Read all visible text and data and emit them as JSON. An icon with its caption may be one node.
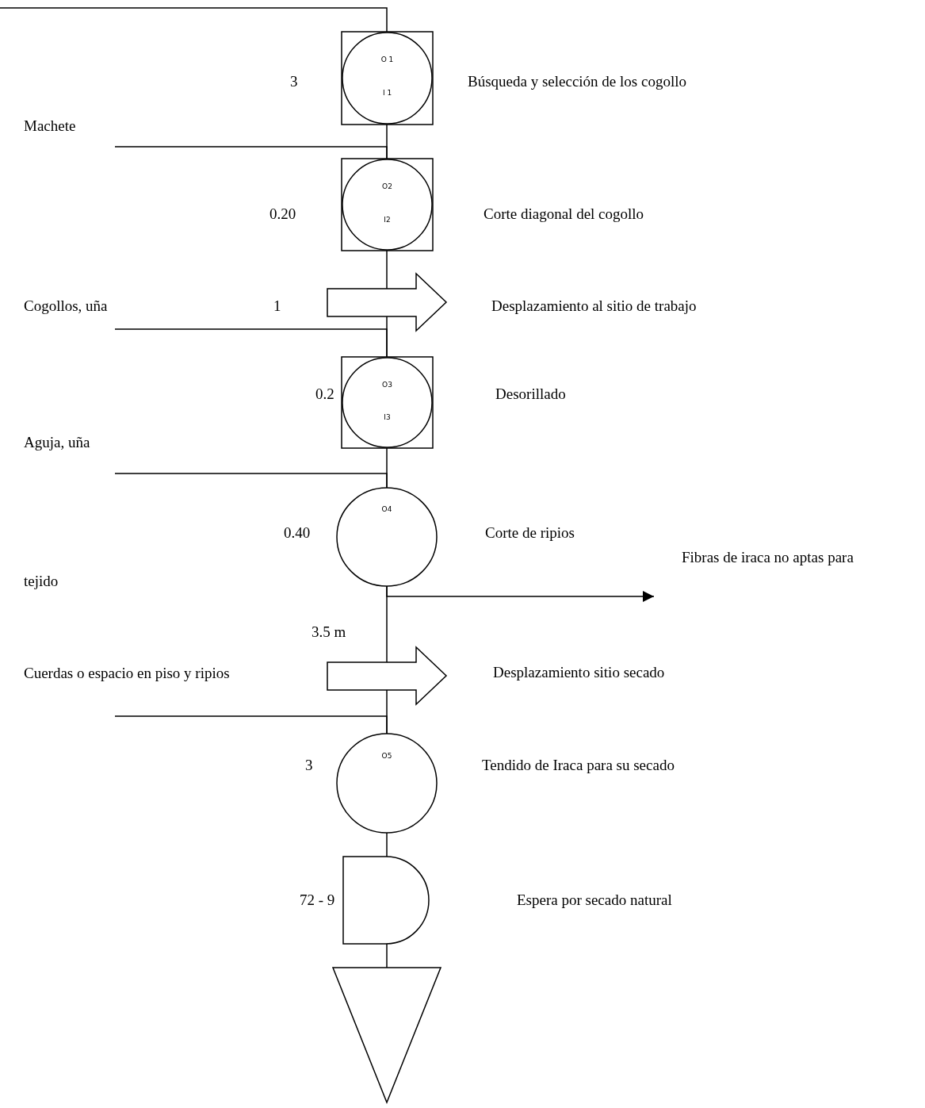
{
  "diagram": {
    "nodes": [
      {
        "text": [
          "O 1",
          "I 1"
        ],
        "beside": [
          "3",
          "Búsqueda y selección de los cogollo"
        ]
      },
      {
        "text": [
          "Machete"
        ]
      },
      {
        "text": [
          "O2",
          "I2"
        ],
        "beside": [
          "0.20",
          "Corte diagonal del cogollo"
        ]
      },
      {
        "text": [
          "Cogollos, uña"
        ]
      },
      {
        "text": [],
        "shape": "arrow",
        "beside": [
          "1",
          "Desplazamiento al sitio de trabajo"
        ]
      },
      {
        "text": [
          "O3",
          "I3"
        ],
        "beside": [
          "0.2"
        ]
      },
      {
        "text": [
          "Aguja, uña"
        ]
      },
      {
        "text": [
          "O4"
        ],
        "beside": [
          "0.40",
          "Corte de ripios"
        ]
      },
      {
        "text": [
          "Cuerdas o espacio en piso y ripios"
        ]
      },
      {
        "text": [],
        "shape": "arrow",
        "beside": [
          "3.5 m",
          "Desplazamiento sitio secado"
        ]
      },
      {
        "text": [
          "O5"
        ],
        "beside": [
          "3",
          "Tendido de Iraca para su secado"
        ]
      },
      {
        "text": [],
        "shape": "semicircle",
        "beside": [
          "72 - 9"
        ]
      },
      {
        "text": [],
        "shape": "triangle"
      }
    ],
    "edges": [
      {
        "from": null,
        "to": 0,
        "arrow": "none"
      },
      {
        "from": 0,
        "to": 2,
        "arrow": "none"
      },
      {
        "from": 1,
        "to": 2,
        "arrow": "none"
      },
      {
        "from": 2,
        "to": 4,
        "arrow": "none"
      },
      {
        "from": 4,
        "to": 5,
        "arrow": "none"
      },
      {
        "from": 3,
        "to": 5,
        "arrow": "none"
      },
      {
        "from": 5,
        "to": 7,
        "arrow": "none"
      },
      {
        "from": 6,
        "to": 7,
        "arrow": "none"
      },
      {
        "from": 7,
        "to": 9,
        "arrow": "none"
      },
      {
        "from": 7,
        "to": null,
        "arrow": "to"
      },
      {
        "from": 9,
        "to": 10,
        "arrow": "none"
      },
      {
        "from": 8,
        "to": 10,
        "arrow": "none"
      },
      {
        "from": 10,
        "to": 11,
        "arrow": "none"
      },
      {
        "from": 11,
        "to": 12,
        "arrow": "none"
      }
    ],
    "labels": [
      "Desorillado",
      "Fibras de iraca no aptas para",
      "tejido",
      "Espera por secado natural"
    ]
  }
}
